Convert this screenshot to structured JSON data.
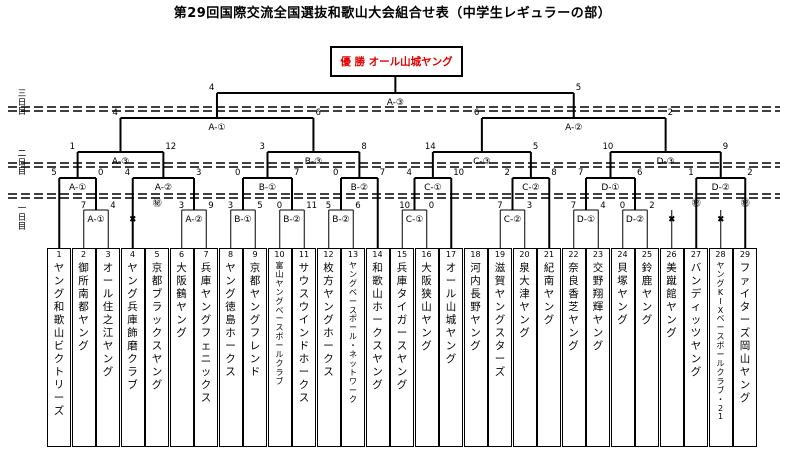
{
  "title": "第29回国際交流全国選抜和歌山大会組合せ表（中学生レギュラーの部）",
  "champion": "優 勝 オール山城ヤング",
  "rounds": {
    "third": "三日目",
    "second": "二日目",
    "first": "一日目"
  },
  "seed_mark": "㊙",
  "teams": [
    {
      "no": "1",
      "name": "ヤング和歌山ビクトリーズ"
    },
    {
      "no": "2",
      "name": "御所南都ヤング"
    },
    {
      "no": "3",
      "name": "オール住之江ヤング"
    },
    {
      "no": "4",
      "name": "ヤング兵庫飾磨クラブ"
    },
    {
      "no": "5",
      "name": "京都ブラックスヤング"
    },
    {
      "no": "6",
      "name": "大阪鶴ヤング"
    },
    {
      "no": "7",
      "name": "兵庫ヤングフェニックス"
    },
    {
      "no": "8",
      "name": "ヤング徳島ホークス"
    },
    {
      "no": "9",
      "name": "京都ヤングフレンド"
    },
    {
      "no": "10",
      "name": "富山ヤングベースボールクラブ"
    },
    {
      "no": "11",
      "name": "サウスウインドホークス"
    },
    {
      "no": "12",
      "name": "枚方ヤングホークス"
    },
    {
      "no": "13",
      "name": "ヤングベースボール・ネットワーク"
    },
    {
      "no": "14",
      "name": "和歌山ホークスヤング"
    },
    {
      "no": "15",
      "name": "兵庫タイガースヤング"
    },
    {
      "no": "16",
      "name": "大阪狭山ヤング"
    },
    {
      "no": "17",
      "name": "オール山城ヤング"
    },
    {
      "no": "18",
      "name": "河内長野ヤング"
    },
    {
      "no": "19",
      "name": "滋賀ヤングスターズ"
    },
    {
      "no": "20",
      "name": "泉大津ヤング"
    },
    {
      "no": "21",
      "name": "紀南ヤング"
    },
    {
      "no": "22",
      "name": "奈良香芝ヤング"
    },
    {
      "no": "23",
      "name": "交野翔輝ヤング"
    },
    {
      "no": "24",
      "name": "貝塚ヤング"
    },
    {
      "no": "25",
      "name": "鈴鹿ヤング"
    },
    {
      "no": "26",
      "name": "美蹴館ヤング"
    },
    {
      "no": "27",
      "name": "バンディッツヤング"
    },
    {
      "no": "28",
      "name": "ヤングKIXベースボールクラブ・21"
    },
    {
      "no": "29",
      "name": "ファイターズ岡山ヤング"
    }
  ],
  "games": [
    {
      "id": "A-①",
      "score_left": "5",
      "score_right": "0"
    },
    {
      "id": "A-②",
      "score_left": "4",
      "score_right": "3"
    },
    {
      "id": "A-③",
      "score_left": "1",
      "score_right": "12"
    },
    {
      "id": "B-①",
      "score_left": "0",
      "score_right": "7"
    },
    {
      "id": "B-②",
      "score_left": "0",
      "score_right": "7"
    },
    {
      "id": "B-③",
      "score_left": "3",
      "score_right": "8"
    },
    {
      "id": "C-①",
      "score_left": "4",
      "score_right": "10"
    },
    {
      "id": "C-②",
      "score_left": "2",
      "score_right": "8"
    },
    {
      "id": "C-③",
      "score_left": "14",
      "score_right": "5"
    },
    {
      "id": "D-①",
      "score_left": "7",
      "score_right": "6"
    },
    {
      "id": "D-②",
      "score_left": "1",
      "score_right": "2"
    },
    {
      "id": "D-③",
      "score_left": "10",
      "score_right": "9"
    },
    {
      "id": "A-①",
      "score_left": "4",
      "score_right": "6"
    },
    {
      "id": "A-②",
      "score_left": "6",
      "score_right": "2"
    },
    {
      "id": "A-③",
      "score_left": "4",
      "score_right": "5"
    },
    {
      "id": "A-①",
      "score_left": "7",
      "score_right": "4"
    },
    {
      "id": "A-②",
      "score_left": "3",
      "score_right": "9"
    },
    {
      "id": "B-①",
      "score_left": "3",
      "score_right": "5"
    },
    {
      "id": "B-②",
      "score_left": "0",
      "score_right": "11"
    },
    {
      "id": "B-②",
      "score_left": "5",
      "score_right": "6"
    },
    {
      "id": "C-①",
      "score_left": "10",
      "score_right": "0"
    },
    {
      "id": "C-②",
      "score_left": "7",
      "score_right": "3"
    },
    {
      "id": "D-①",
      "score_left": "7",
      "score_right": "4"
    },
    {
      "id": "D-②",
      "score_left": "0",
      "score_right": "2"
    }
  ]
}
